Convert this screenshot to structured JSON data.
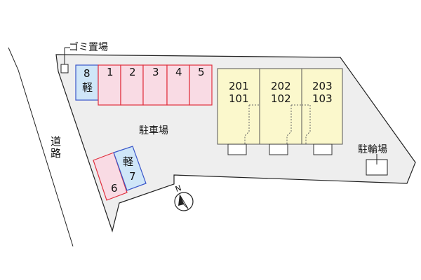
{
  "labels": {
    "garbage": "ゴミ置場",
    "parking": "駐車場",
    "bicycle": "駐輪場",
    "road_char1": "道",
    "road_char2": "路",
    "north": "N"
  },
  "parking_spaces": [
    {
      "number": "8",
      "note": "軽",
      "color": "#cfe6f8",
      "border": "#3a56c9"
    },
    {
      "number": "1",
      "color": "#f9dbe4",
      "border": "#e0303e"
    },
    {
      "number": "2",
      "color": "#f9dbe4",
      "border": "#e0303e"
    },
    {
      "number": "3",
      "color": "#f9dbe4",
      "border": "#e0303e"
    },
    {
      "number": "4",
      "color": "#f9dbe4",
      "border": "#e0303e"
    },
    {
      "number": "5",
      "color": "#f9dbe4",
      "border": "#e0303e"
    },
    {
      "number": "6",
      "color": "#f9dbe4",
      "border": "#e0303e"
    },
    {
      "number": "7",
      "note": "軽",
      "color": "#cfe6f8",
      "border": "#3a56c9"
    }
  ],
  "units": [
    {
      "upper": "201",
      "lower": "101"
    },
    {
      "upper": "202",
      "lower": "102"
    },
    {
      "upper": "203",
      "lower": "103"
    }
  ],
  "colors": {
    "lot": "#eeeeee",
    "building": "#fbf8cc",
    "outline": "#222222"
  }
}
